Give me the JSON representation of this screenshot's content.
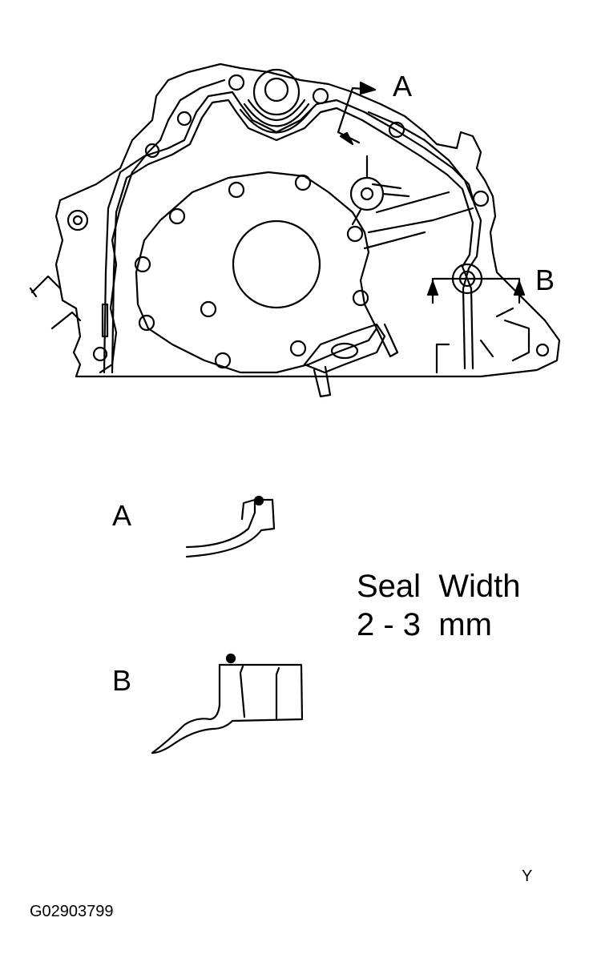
{
  "labels": {
    "section_a_top": "A",
    "section_b_top": "B",
    "detail_a": "A",
    "detail_b": "B",
    "seal_width_title": "Seal  Width",
    "seal_width_value": "2 - 3  mm",
    "corner_mark": "Y",
    "figure_code": "G02903799"
  },
  "colors": {
    "ink": "#000000",
    "paper": "#ffffff"
  }
}
